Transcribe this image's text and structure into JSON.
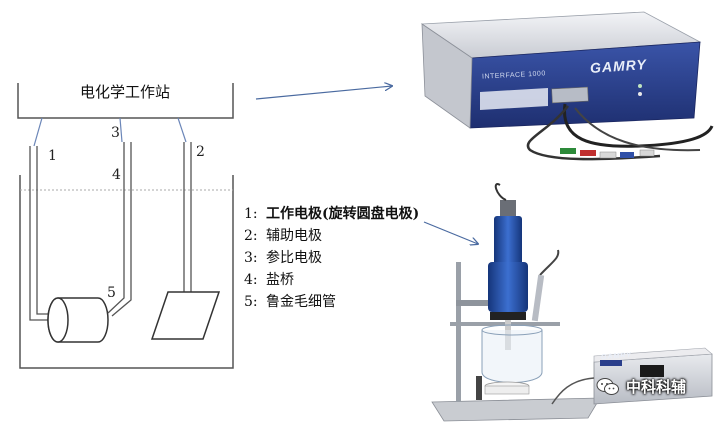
{
  "station": {
    "title": "电化学工作站"
  },
  "electrodes": {
    "e1": "1",
    "e2": "2",
    "e3": "3",
    "e4": "4",
    "e5": "5"
  },
  "legend": [
    {
      "num": "1:",
      "text": "工作电极(旋转圆盘电极)"
    },
    {
      "num": "2:",
      "text": "辅助电极"
    },
    {
      "num": "3:",
      "text": "参比电极"
    },
    {
      "num": "4:",
      "text": "盐桥"
    },
    {
      "num": "5:",
      "text": "鲁金毛细管"
    }
  ],
  "device": {
    "brand": "GAMRY",
    "model": "INTERFACE 1000"
  },
  "watermark": {
    "text": "中科科辅",
    "icon": "wechat-icon"
  },
  "colors": {
    "line": "#555555",
    "arrow": "#4a6aa0",
    "device_blue": "#2b3f8c",
    "rotator_blue": "#1f4fa8"
  }
}
